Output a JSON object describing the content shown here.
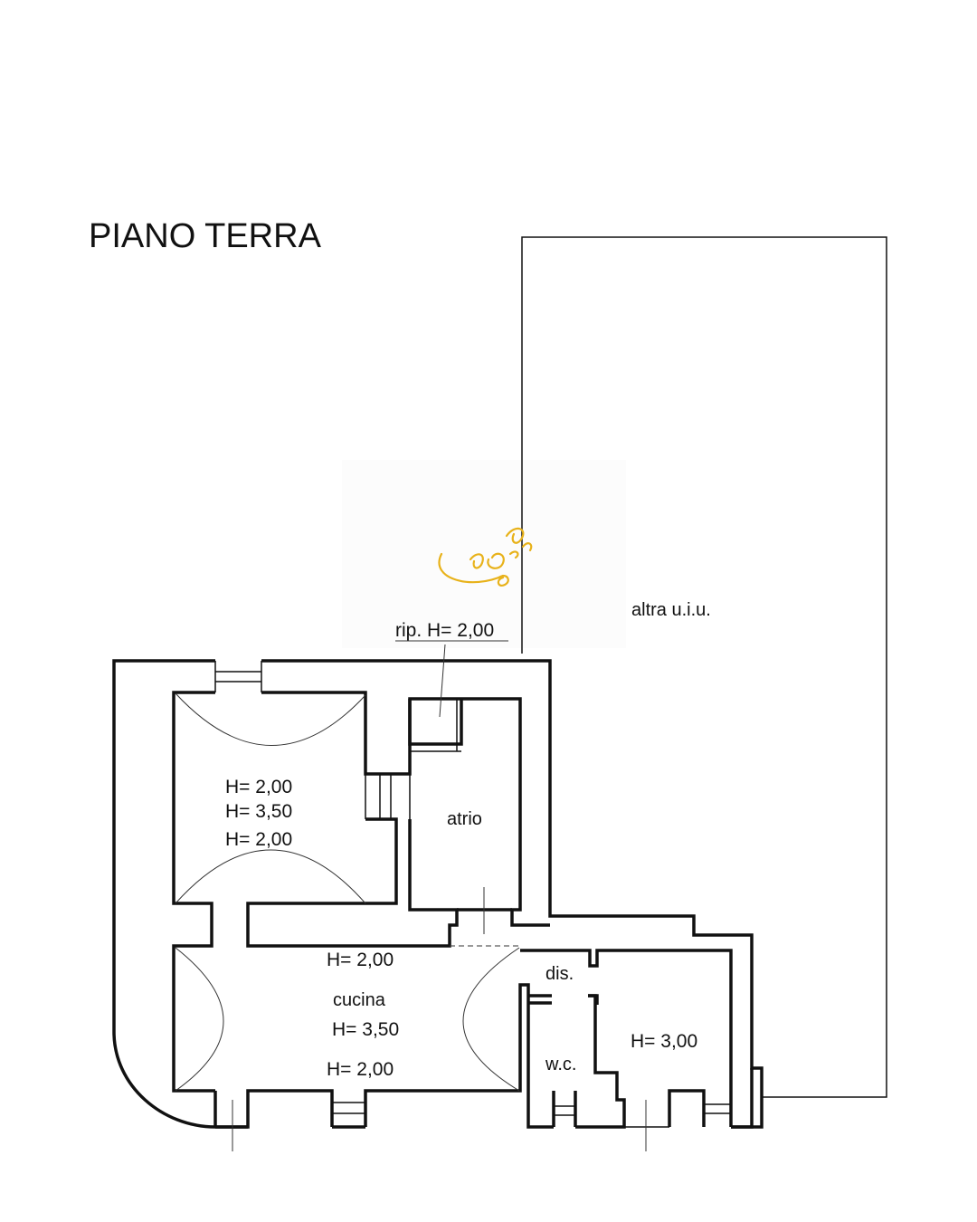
{
  "plan": {
    "title": "PIANO TERRA",
    "neighbor_unit_label": "altra u.i.u.",
    "storage_label": "rip. H= 2,00",
    "bedroom_heights": [
      "H= 2,00",
      "H= 3,50",
      "H= 2,00"
    ],
    "atrium_label": "atrio",
    "kitchen_top_height": "H= 2,00",
    "kitchen_label": "cucina",
    "kitchen_mid_height": "H= 3,50",
    "kitchen_bottom_height": "H= 2,00",
    "corridor_label": "dis.",
    "wc_label": "w.c.",
    "room_right_height": "H= 3,00"
  },
  "colors": {
    "line": "#111111",
    "signature": "#e8b21a",
    "background": "#ffffff"
  }
}
